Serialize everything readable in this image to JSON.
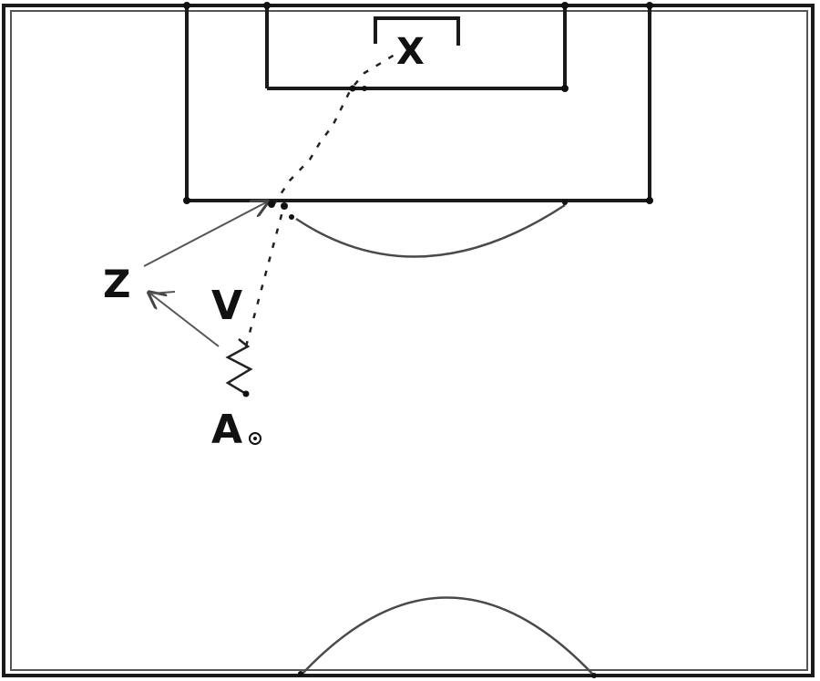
{
  "diagram": {
    "players": {
      "x": "X",
      "z": "Z",
      "v": "V",
      "a": "A"
    }
  }
}
